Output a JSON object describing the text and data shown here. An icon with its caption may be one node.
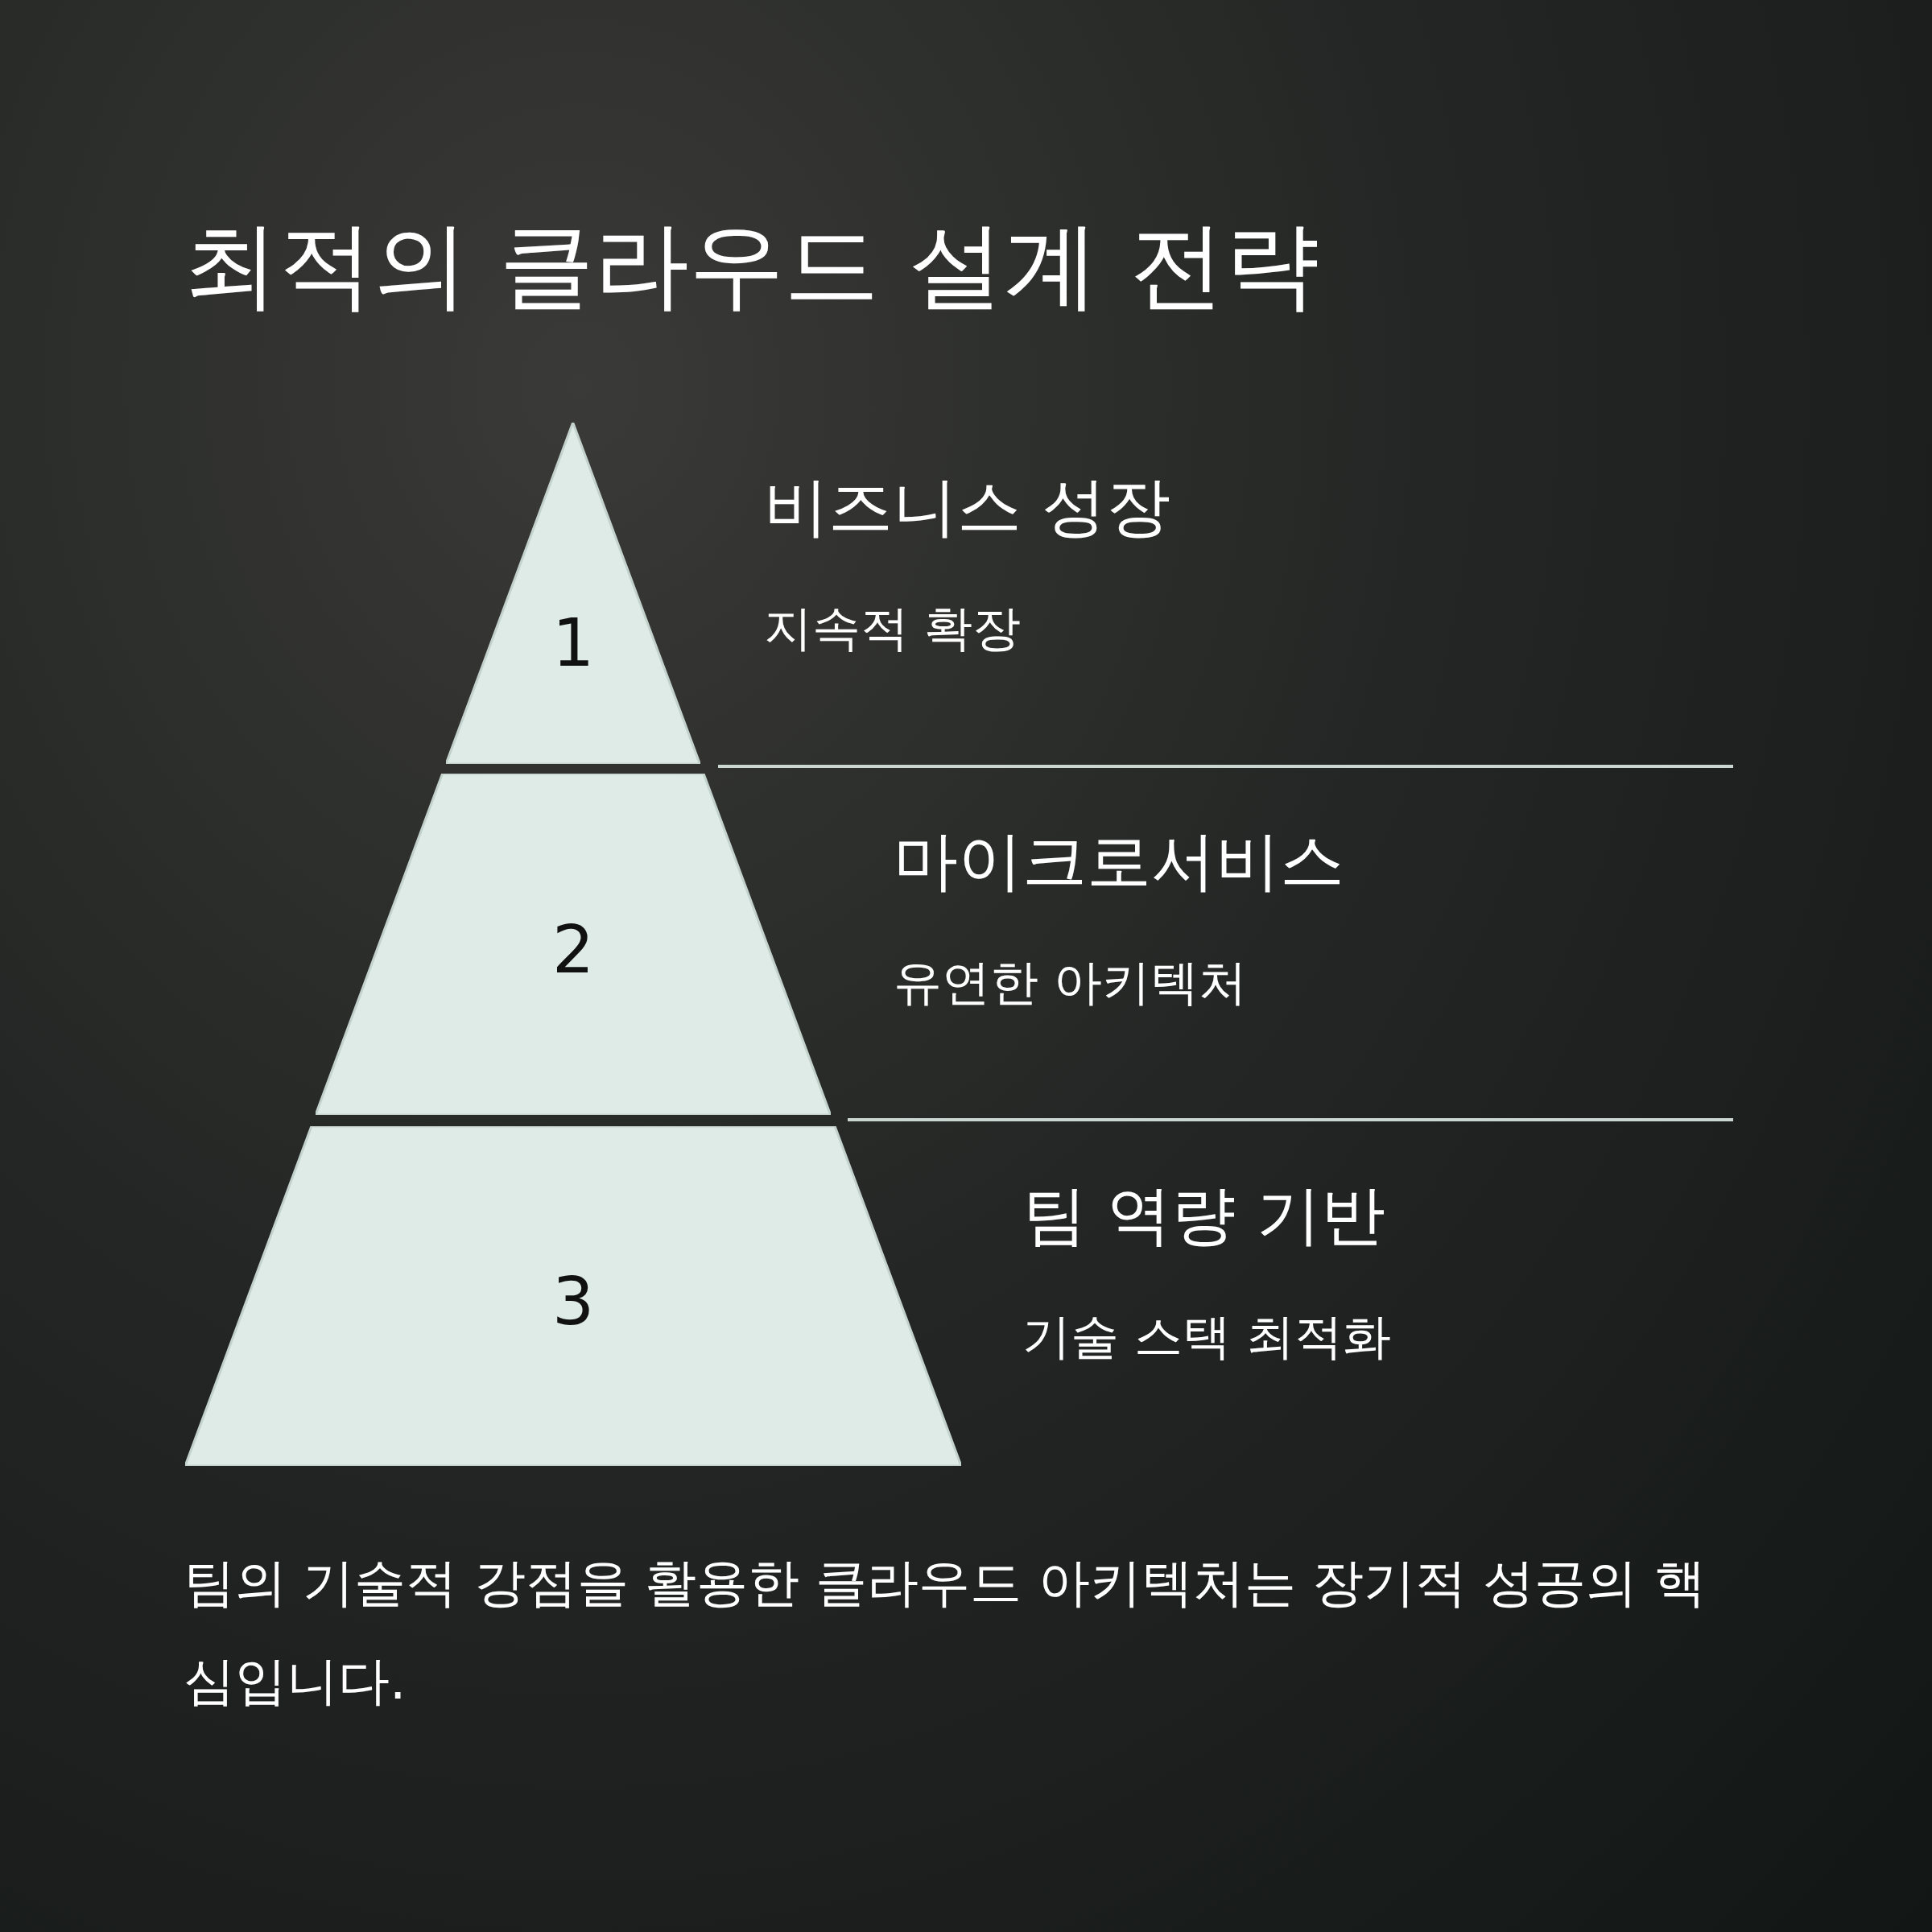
{
  "diagram": {
    "title": "최적의 클라우드 설계 전략",
    "nodes": [
      {
        "text": [
          "1"
        ],
        "beside": [
          "비즈니스 성장",
          "지속적 확장"
        ]
      },
      {
        "text": [
          "2"
        ],
        "beside": [
          "마이크로서비스",
          "유연한 아키텍처"
        ]
      },
      {
        "text": [
          "3"
        ],
        "beside": [
          "팀 역량 기반",
          "기술 스택 최적화"
        ]
      }
    ],
    "caption": "팀의 기술적 강점을 활용한 클라우드 아키텍처는 장기적 성공의 핵심입니다."
  }
}
